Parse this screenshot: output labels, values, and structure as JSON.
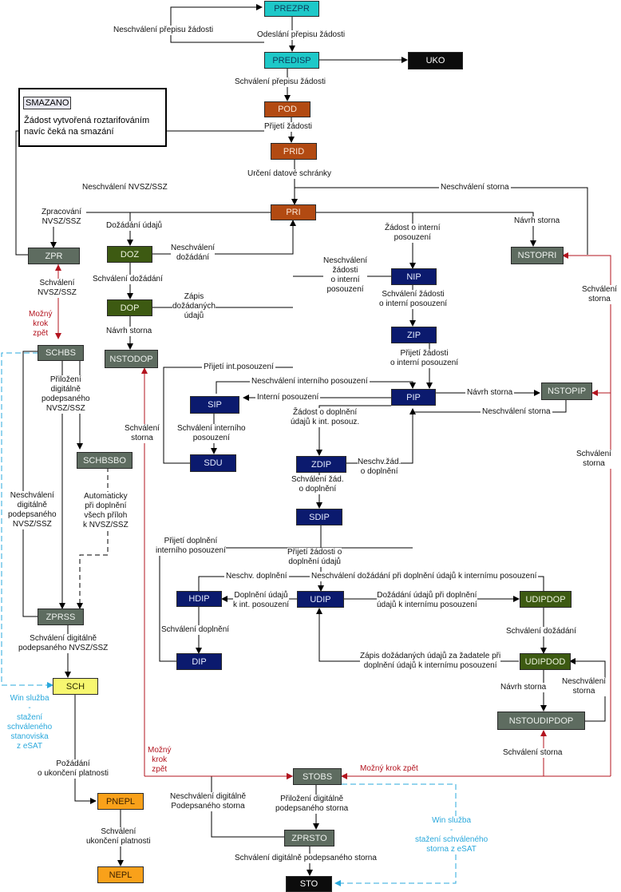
{
  "legend": {
    "state": "SMAZANO",
    "description_line1": "Žádost vytvořená roztarifováním",
    "description_line2": "navíc čeká na smazání"
  },
  "colors": {
    "cyan": "#1ec8c8",
    "rust": "#b24a12",
    "black": "#0c0c0c",
    "grey": "#5e6c60",
    "green": "#3d5a12",
    "navy": "#0b1a6e",
    "yellow": "#f7f770",
    "orange": "#f9a11a",
    "back_step_red": "#b3141f",
    "win_service_blue": "#29a8dc"
  },
  "states": {
    "PREZPR": "PREZPR",
    "PREDISP": "PREDISP",
    "UKO": "UKO",
    "POD": "POD",
    "PRID": "PRID",
    "PRI": "PRI",
    "ZPR": "ZPR",
    "DOZ": "DOZ",
    "DOP": "DOP",
    "NSTODOP": "NSTODOP",
    "NIP": "NIP",
    "ZIP": "ZIP",
    "NSTOPRI": "NSTOPRI",
    "SCHBS": "SCHBS",
    "SCHBSBO": "SCHBSBO",
    "SIP": "SIP",
    "SDU": "SDU",
    "PIP": "PIP",
    "NSTOPIP": "NSTOPIP",
    "ZDIP": "ZDIP",
    "SDIP": "SDIP",
    "HDIP": "HDIP",
    "UDIP": "UDIP",
    "UDIPDOP": "UDIPDOP",
    "DIP": "DIP",
    "UDIPDOD": "UDIPDOD",
    "NSTOUDIPDOP": "NSTOUDIPDOP",
    "ZPRSS": "ZPRSS",
    "SCH": "SCH",
    "PNEPL": "PNEPL",
    "NEPL": "NEPL",
    "STOBS": "STOBS",
    "ZPRSTO": "ZPRSTO",
    "STO": "STO"
  },
  "transitions": {
    "neschvaleni_prepisu": "Neschválení přepisu žádosti",
    "odeslani_prepisu": "Odeslání přepisu žádosti",
    "schvaleni_prepisu": "Schválení přepisu žádosti",
    "prijeti_zadosti": "Přijetí žádosti",
    "urceni_datove": "Určení datové schránky",
    "neschvaleni_nvsz": "Neschválení NVSZ/SSZ",
    "neschvaleni_storna_top": "Neschválení storna",
    "zpracovani_nvsz": [
      "Zpracování",
      "NVSZ/SSZ"
    ],
    "dozadani_udaju": "Dožádání údajů",
    "zadost_interni": [
      "Žádost o interní",
      "posouzení"
    ],
    "navrh_storna_pri": "Návrh storna",
    "neschvaleni_dozadani": [
      "Neschválení",
      "dožádání"
    ],
    "schvaleni_dozadani": "Schválení dožádání",
    "zapis_dozadanych": [
      "Zápis",
      "dožádaných",
      "údajů"
    ],
    "navrh_storna_dop": "Návrh storna",
    "neschvaleni_zadosti_interni": [
      "Neschválení",
      "žádosti",
      "o interní",
      "posouzení"
    ],
    "schvaleni_zadosti_interni": [
      "Schválení žádosti",
      "o interní posouzení"
    ],
    "prijeti_zadosti_interni": [
      "Přijetí žádosti",
      "o interní posouzení"
    ],
    "schvaleni_nvsz": [
      "Schválení",
      "NVSZ/SSZ"
    ],
    "mozny_krok_zpet_left": [
      "Možný",
      "krok",
      "zpět"
    ],
    "schvaleni_storna_nstopri": [
      "Schválení",
      "storna"
    ],
    "prijeti_int_posouzeni": "Přijetí int.posouzení",
    "neschvaleni_interniho": "Neschválení interního posouzení",
    "interni_posouzeni": "Interní posouzení",
    "navrh_storna_pip": "Návrh storna",
    "neschvaleni_storna_pip": "Neschválení storna",
    "prilozeni_digitalne_nvsz": [
      "Přiložení",
      "digitálně",
      "podepsaného",
      "NVSZ/SSZ"
    ],
    "schvaleni_storna_nstodop": [
      "Schválení",
      "storna"
    ],
    "zadost_o_doplneni": [
      "Žádost o doplnění",
      "údajů k int. posouz."
    ],
    "schvaleni_interniho": [
      "Schválení interního",
      "posouzení"
    ],
    "neschv_zad_doplneni": [
      "Neschv.žád.",
      "o doplnění"
    ],
    "schvaleni_storna_nstopip": [
      "Schválení",
      "storna"
    ],
    "schvaleni_zad_doplneni": [
      "Schválení žád.",
      "o doplnění"
    ],
    "neschvaleni_digitalne_nvsz": [
      "Neschválení",
      "digitálně",
      "podepsaného",
      "NVSZ/SSZ"
    ],
    "automaticky": [
      "Automaticky",
      "při doplnění",
      "všech příloh",
      "k NVSZ/SSZ"
    ],
    "prijeti_doplneni_interniho": [
      "Přijetí doplnění",
      "interního posouzení"
    ],
    "prijeti_zadosti_o_doplneni": [
      "Přijetí žádosti o",
      "doplnění údajů"
    ],
    "neschv_doplneni": "Neschv. doplnění",
    "neschvaleni_dozadani_pri_doplneni": "Neschválení dožádání při doplnění údajů k internímu posouzení",
    "doplneni_udaju_int": [
      "Doplnění údajů",
      "k int. posouzení"
    ],
    "dozadani_pri_doplneni": [
      "Dožádání údajů při doplnění",
      "údajů k internímu posouzení"
    ],
    "schvaleni_doplneni": "Schválení doplnění",
    "schvaleni_dozadani_udip": "Schválení dožádání",
    "zapis_za_zadatele": [
      "Zápis dožádaných údajů za žadatele při",
      "doplnění údajů k internímu posouzení"
    ],
    "navrh_storna_udipdod": "Návrh storna",
    "neschvaleni_storna_udipdod": [
      "Neschválení",
      "storna"
    ],
    "schvaleni_digitalne_nvsz": [
      "Schválení digitálně",
      "podepsaného NVSZ/SSZ"
    ],
    "win_sluzba_sch": [
      "Win služba",
      "-",
      "stažení",
      "schváleného",
      "stanoviska",
      "z eSAT"
    ],
    "schvaleni_storna_nstoudipdop": "Schválení storna",
    "mozny_krok_zpet_bottom": [
      "Možný",
      "krok",
      "zpět"
    ],
    "mozny_krok_zpet_right": "Možný krok zpět",
    "pozadani_ukonceni": [
      "Požádání",
      "o ukončení platnosti"
    ],
    "neschvaleni_digitalne_storna": [
      "Neschválení digitálně",
      "Podepsaného storna"
    ],
    "prilozeni_digitalne_storna": [
      "Přiložení digitálně",
      "podepsaného storna"
    ],
    "win_sluzba_sto": [
      "Win služba",
      "-",
      "stažení schváleného",
      "storna z eSAT"
    ],
    "schvaleni_ukonceni": [
      "Schválení",
      "ukončení platnosti"
    ],
    "schvaleni_digitalne_storna": "Schválení digitálně podepsaného storna"
  }
}
